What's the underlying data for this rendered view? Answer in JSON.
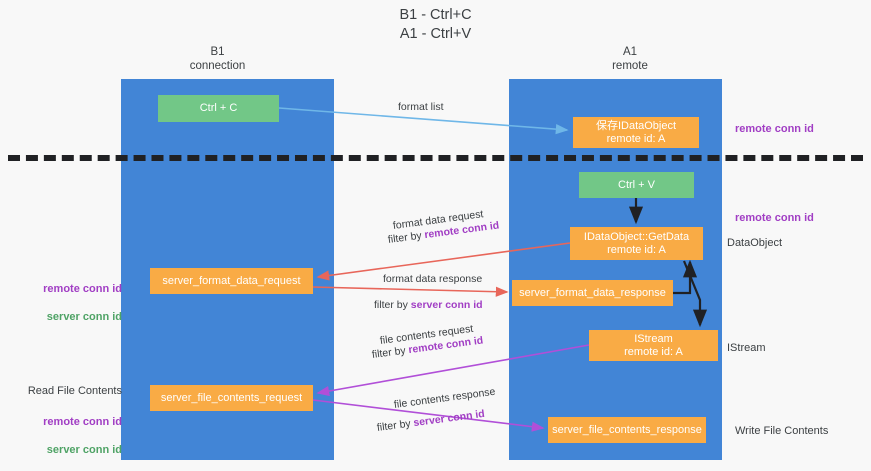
{
  "title": "B1 - Ctrl+C\nA1 - Ctrl+V",
  "lanes": [
    {
      "name": "b1",
      "title": "B1\nconnection",
      "color": "#4285d6"
    },
    {
      "name": "a1",
      "title": "A1\nremote",
      "color": "#4285d6"
    }
  ],
  "boxes": {
    "ctrl_c": "Ctrl + C",
    "ctrl_v": "Ctrl + V",
    "save_idataobject": "保存IDataObject\nremote id: A",
    "getdata": "IDataObject::GetData\nremote id: A",
    "server_format_data_request": "server_format_data_request",
    "server_format_data_response": "server_format_data_response",
    "istream": "IStream\nremote id: A",
    "server_file_contents_request": "server_file_contents_request",
    "server_file_contents_response": "server_file_contents_response"
  },
  "edge_labels": {
    "format_list": "format list",
    "format_data_request": "format data request",
    "format_data_request_filter_prefix": "filter by ",
    "format_data_request_filter_key": "remote conn id",
    "format_data_response": "format data response",
    "format_data_response_filter_prefix": "filter by ",
    "format_data_response_filter_key": "server conn id",
    "file_contents_request": "file contents request",
    "file_contents_request_filter_prefix": "filter by ",
    "file_contents_request_filter_key": "remote conn id",
    "file_contents_response": "file contents response",
    "file_contents_response_filter_prefix": "filter by ",
    "file_contents_response_filter_key": "server conn id"
  },
  "annotations": {
    "right_remote_conn_id_top": "remote conn id",
    "right_remote_conn_id_mid": "remote conn id",
    "right_dataobject": "DataObject",
    "right_istream": "IStream",
    "right_write_file_contents": "Write File Contents",
    "left_remote_conn_id_mid": "remote conn id",
    "left_server_conn_id_mid": "server conn id",
    "left_read_file_contents": "Read File Contents",
    "left_remote_conn_id_bottom": "remote conn id",
    "left_server_conn_id_bottom": "server conn id"
  },
  "colors": {
    "lane": "#4285d6",
    "green_box": "#72c787",
    "orange_box": "#f9ab45",
    "purple_text": "#a13ec4",
    "green_text": "#4fa366",
    "arrow_blue": "#6fb7e8",
    "arrow_red": "#e8665a",
    "arrow_magenta": "#b14fd8",
    "arrow_black": "#202124",
    "background": "#f8f8f8"
  }
}
